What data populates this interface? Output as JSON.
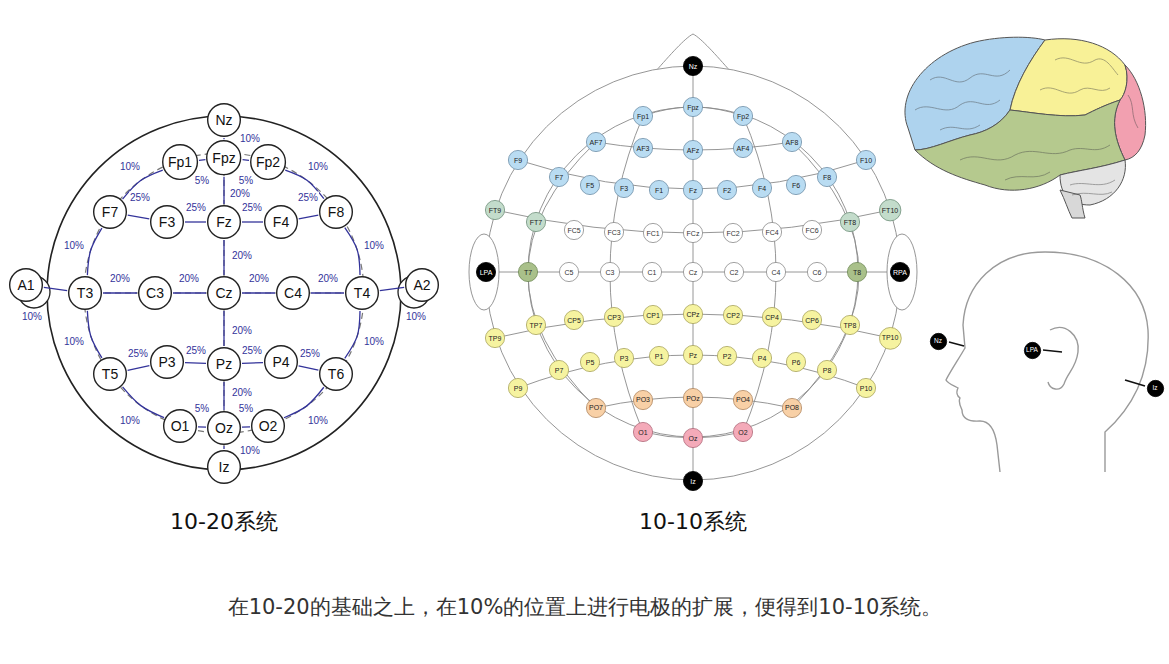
{
  "diagram": {
    "caption": "在10-20的基础之上，在10%的位置上进行电极的扩展，便得到10-10系统。",
    "nodes": [
      {
        "text": [
          "Nz"
        ]
      },
      {
        "text": [
          "Fp1"
        ]
      },
      {
        "text": [
          "Fpz"
        ]
      },
      {
        "text": [
          "Fp2"
        ]
      },
      {
        "text": [
          "F7"
        ]
      },
      {
        "text": [
          "F3"
        ]
      },
      {
        "text": [
          "Fz"
        ]
      },
      {
        "text": [
          "F4"
        ]
      },
      {
        "text": [
          "F8"
        ]
      },
      {
        "text": [
          "A1"
        ]
      },
      {
        "text": [
          "T3"
        ]
      },
      {
        "text": [
          "C3"
        ]
      },
      {
        "text": [
          "Cz"
        ]
      },
      {
        "text": [
          "C4"
        ]
      },
      {
        "text": [
          "T4"
        ]
      },
      {
        "text": [
          "A2"
        ]
      },
      {
        "text": [
          "T5"
        ]
      },
      {
        "text": [
          "P3"
        ]
      },
      {
        "text": [
          "Pz"
        ]
      },
      {
        "text": [
          "P4"
        ]
      },
      {
        "text": [
          "T6"
        ]
      },
      {
        "text": [
          "O1"
        ]
      },
      {
        "text": [
          "Oz"
        ]
      },
      {
        "text": [
          "O2"
        ]
      },
      {
        "text": [
          "Iz"
        ]
      },
      {
        "text": [
          "Nz"
        ]
      },
      {
        "text": [
          "Fp1"
        ]
      },
      {
        "text": [
          "Fpz"
        ]
      },
      {
        "text": [
          "Fp2"
        ]
      },
      {
        "text": [
          "AF7"
        ]
      },
      {
        "text": [
          "AF3"
        ]
      },
      {
        "text": [
          "AFz"
        ]
      },
      {
        "text": [
          "AF4"
        ]
      },
      {
        "text": [
          "AF8"
        ]
      },
      {
        "text": [
          "F9"
        ]
      },
      {
        "text": [
          "F7"
        ]
      },
      {
        "text": [
          "F5"
        ]
      },
      {
        "text": [
          "F3"
        ]
      },
      {
        "text": [
          "F1"
        ]
      },
      {
        "text": [
          "Fz"
        ]
      },
      {
        "text": [
          "F2"
        ]
      },
      {
        "text": [
          "F4"
        ]
      },
      {
        "text": [
          "F6"
        ]
      },
      {
        "text": [
          "F8"
        ]
      },
      {
        "text": [
          "F10"
        ]
      },
      {
        "text": [
          "FT9"
        ]
      },
      {
        "text": [
          "FT7"
        ]
      },
      {
        "text": [
          "FC5"
        ]
      },
      {
        "text": [
          "FC3"
        ]
      },
      {
        "text": [
          "FC1"
        ]
      },
      {
        "text": [
          "FCz"
        ]
      },
      {
        "text": [
          "FC2"
        ]
      },
      {
        "text": [
          "FC4"
        ]
      },
      {
        "text": [
          "FC6"
        ]
      },
      {
        "text": [
          "FT8"
        ]
      },
      {
        "text": [
          "FT10"
        ]
      },
      {
        "text": [
          "LPA"
        ]
      },
      {
        "text": [
          "T7"
        ]
      },
      {
        "text": [
          "C5"
        ]
      },
      {
        "text": [
          "C3"
        ]
      },
      {
        "text": [
          "C1"
        ]
      },
      {
        "text": [
          "Cz"
        ]
      },
      {
        "text": [
          "C2"
        ]
      },
      {
        "text": [
          "C4"
        ]
      },
      {
        "text": [
          "C6"
        ]
      },
      {
        "text": [
          "T8"
        ]
      },
      {
        "text": [
          "RPA"
        ]
      },
      {
        "text": [
          "TP9"
        ]
      },
      {
        "text": [
          "TP7"
        ]
      },
      {
        "text": [
          "CP5"
        ]
      },
      {
        "text": [
          "CP3"
        ]
      },
      {
        "text": [
          "CP1"
        ]
      },
      {
        "text": [
          "CPz"
        ]
      },
      {
        "text": [
          "CP2"
        ]
      },
      {
        "text": [
          "CP4"
        ]
      },
      {
        "text": [
          "CP6"
        ]
      },
      {
        "text": [
          "TP8"
        ]
      },
      {
        "text": [
          "TP10"
        ]
      },
      {
        "text": [
          "P9"
        ]
      },
      {
        "text": [
          "P7"
        ]
      },
      {
        "text": [
          "P5"
        ]
      },
      {
        "text": [
          "P3"
        ]
      },
      {
        "text": [
          "P1"
        ]
      },
      {
        "text": [
          "Pz"
        ]
      },
      {
        "text": [
          "P2"
        ]
      },
      {
        "text": [
          "P4"
        ]
      },
      {
        "text": [
          "P6"
        ]
      },
      {
        "text": [
          "P8"
        ]
      },
      {
        "text": [
          "P10"
        ]
      },
      {
        "text": [
          "PO7"
        ]
      },
      {
        "text": [
          "PO3"
        ]
      },
      {
        "text": [
          "POz"
        ]
      },
      {
        "text": [
          "PO4"
        ]
      },
      {
        "text": [
          "PO8"
        ]
      },
      {
        "text": [
          "O1"
        ]
      },
      {
        "text": [
          "Oz"
        ]
      },
      {
        "text": [
          "O2"
        ]
      },
      {
        "text": [
          "Iz"
        ]
      },
      {
        "text": [
          "Nz"
        ]
      },
      {
        "text": [
          "LPA"
        ]
      },
      {
        "text": [
          "Iz"
        ]
      }
    ],
    "edges": [
      {
        "from": 0,
        "to": 2,
        "arrow": "none",
        "label": "10%"
      },
      {
        "from": 1,
        "to": 2,
        "arrow": "none",
        "label": "5%"
      },
      {
        "from": 2,
        "to": 3,
        "arrow": "none",
        "label": "5%"
      },
      {
        "from": 2,
        "to": 6,
        "arrow": "none",
        "label": "20%"
      },
      {
        "from": 1,
        "to": 4,
        "arrow": "none",
        "label": "10%"
      },
      {
        "from": 3,
        "to": 8,
        "arrow": "none",
        "label": "10%"
      },
      {
        "from": 4,
        "to": 5,
        "arrow": "none",
        "label": "25%"
      },
      {
        "from": 5,
        "to": 6,
        "arrow": "none",
        "label": "25%"
      },
      {
        "from": 6,
        "to": 7,
        "arrow": "none",
        "label": "25%"
      },
      {
        "from": 7,
        "to": 8,
        "arrow": "none",
        "label": "25%"
      },
      {
        "from": 4,
        "to": 10,
        "arrow": "none",
        "label": "10%"
      },
      {
        "from": 8,
        "to": 14,
        "arrow": "none",
        "label": "10%"
      },
      {
        "from": 9,
        "to": 10,
        "arrow": "none",
        "label": "10%"
      },
      {
        "from": 10,
        "to": 11,
        "arrow": "none",
        "label": "20%"
      },
      {
        "from": 11,
        "to": 12,
        "arrow": "none",
        "label": "20%"
      },
      {
        "from": 12,
        "to": 13,
        "arrow": "none",
        "label": "20%"
      },
      {
        "from": 13,
        "to": 14,
        "arrow": "none",
        "label": "20%"
      },
      {
        "from": 14,
        "to": 15,
        "arrow": "none",
        "label": "10%"
      },
      {
        "from": 6,
        "to": 12,
        "arrow": "none",
        "label": "20%"
      },
      {
        "from": 12,
        "to": 18,
        "arrow": "none",
        "label": "20%"
      },
      {
        "from": 10,
        "to": 16,
        "arrow": "none",
        "label": "10%"
      },
      {
        "from": 14,
        "to": 20,
        "arrow": "none",
        "label": "10%"
      },
      {
        "from": 16,
        "to": 17,
        "arrow": "none",
        "label": "25%"
      },
      {
        "from": 17,
        "to": 18,
        "arrow": "none",
        "label": "25%"
      },
      {
        "from": 18,
        "to": 19,
        "arrow": "none",
        "label": "25%"
      },
      {
        "from": 19,
        "to": 20,
        "arrow": "none",
        "label": "25%"
      },
      {
        "from": 18,
        "to": 22,
        "arrow": "none",
        "label": "20%"
      },
      {
        "from": 16,
        "to": 21,
        "arrow": "none",
        "label": "10%"
      },
      {
        "from": 20,
        "to": 23,
        "arrow": "none",
        "label": "10%"
      },
      {
        "from": 21,
        "to": 22,
        "arrow": "none",
        "label": "5%"
      },
      {
        "from": 22,
        "to": 23,
        "arrow": "none",
        "label": "5%"
      },
      {
        "from": 22,
        "to": 24,
        "arrow": "none",
        "label": "10%"
      }
    ],
    "labels": [
      "10-20系统",
      "10-10系统"
    ]
  }
}
